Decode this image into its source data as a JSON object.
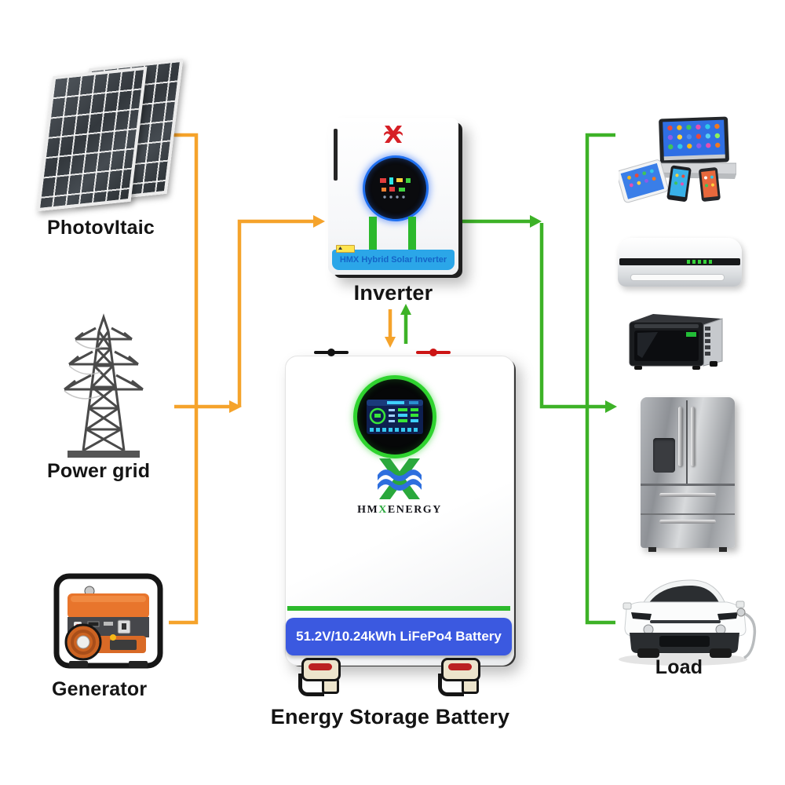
{
  "colors": {
    "arrow_orange": "#F5A32B",
    "arrow_green": "#3DB227",
    "stripe_green": "#2CB92C",
    "inverter_band_blue": "#2BA6E8",
    "inverter_band_text": "#1464C8",
    "battery_band_blue": "#3B59E0",
    "display_ring_blue": "#2070F0",
    "display_ring_green": "#2FD32F",
    "logo_red": "#D61F26",
    "logo_green": "#2AA83C",
    "logo_blue": "#2E6FDE"
  },
  "sources": {
    "photovoltaic": {
      "label": "PhotovItaic",
      "icon": "solar-panels-icon"
    },
    "power_grid": {
      "label": "Power grid",
      "icon": "transmission-tower-icon"
    },
    "generator": {
      "label": "Generator",
      "icon": "portable-generator-icon"
    }
  },
  "inverter": {
    "label": "Inverter",
    "band_text": "HMX Hybrid Solar Inverter",
    "icon": "hybrid-solar-inverter-device"
  },
  "battery": {
    "label": "Energy Storage Battery",
    "brand_hm": "HM",
    "brand_x": "X",
    "brand_energy": "ENERGY",
    "band_text": "51.2V/10.24kWh LiFePo4 Battery",
    "icon": "lifepo4-battery-device"
  },
  "load": {
    "label": "Load",
    "items": [
      "laptop-and-mobile-devices-icon",
      "air-conditioner-icon",
      "microwave-oven-icon",
      "refrigerator-icon",
      "electric-car-icon"
    ]
  }
}
